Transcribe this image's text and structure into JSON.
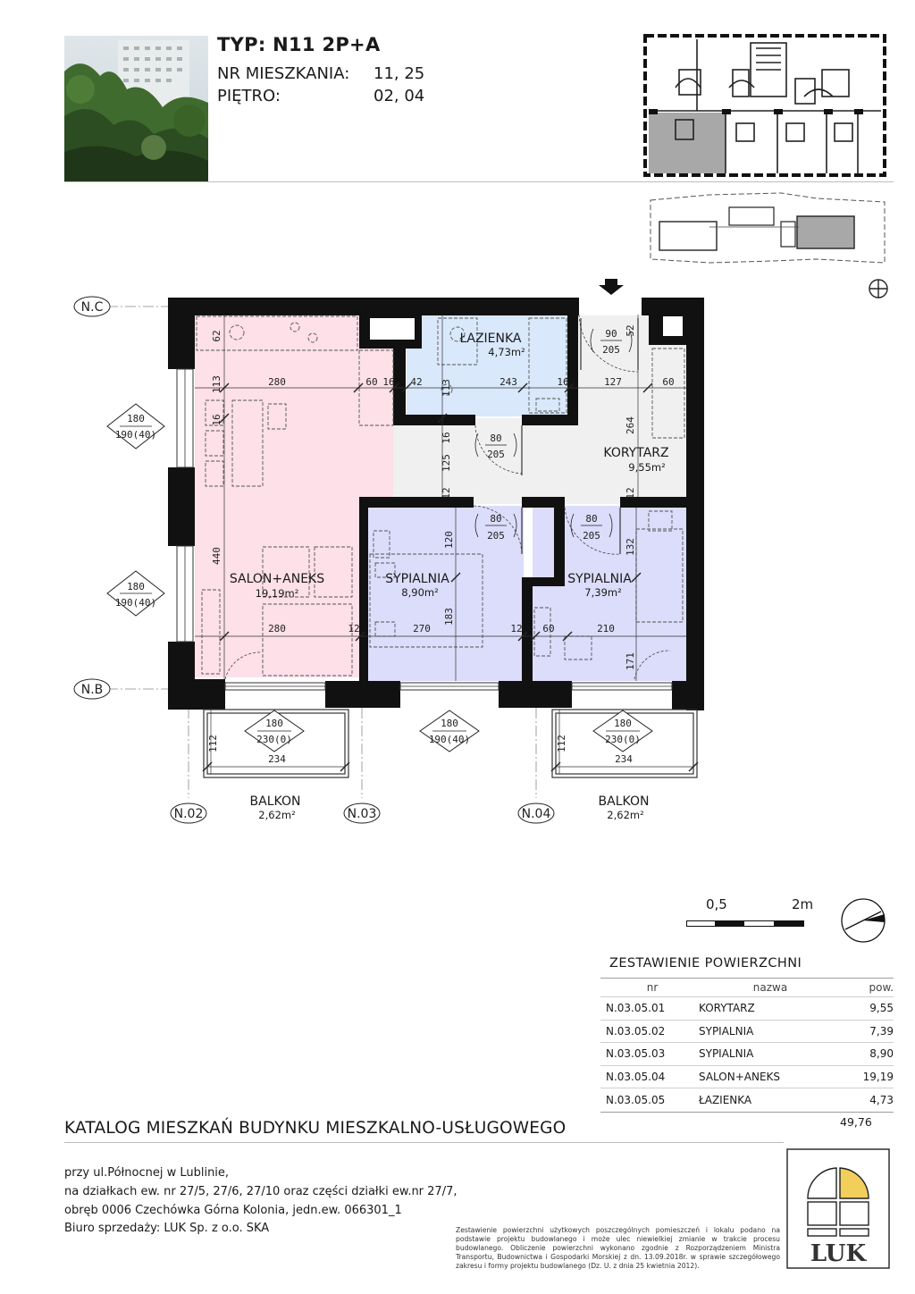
{
  "header": {
    "type_title": "TYP: N11 2P+A",
    "apartment_label": "NR MIESZKANIA:",
    "apartment_value": "11, 25",
    "floor_label": "PIĘTRO:",
    "floor_value": "02, 04"
  },
  "rooms": {
    "salon": {
      "name": "SALON+ANEKS",
      "area": "19,19m²"
    },
    "lazienka": {
      "name": "ŁAZIENKA",
      "area": "4,73m²"
    },
    "korytarz": {
      "name": "KORYTARZ",
      "area": "9,55m²"
    },
    "sypialnia1": {
      "name": "SYPIALNIA",
      "area": "8,90m²"
    },
    "sypialnia2": {
      "name": "SYPIALNIA",
      "area": "7,39m²"
    },
    "balkon1": {
      "name": "BALKON",
      "area": "2,62m²"
    },
    "balkon2": {
      "name": "BALKON",
      "area": "2,62m²"
    }
  },
  "axes": {
    "nc": "N.C",
    "nb": "N.B",
    "n02": "N.02",
    "n03": "N.03",
    "n04": "N.04"
  },
  "dims": {
    "d280a": "280",
    "d60a": "60",
    "d16a": "16",
    "d42": "42",
    "d243": "243",
    "d16b": "16",
    "d127": "127",
    "d60b": "60",
    "d62": "62",
    "d113a": "113",
    "d113b": "113",
    "d52": "52",
    "d264": "264",
    "d16c": "16",
    "d125": "125",
    "d12a": "12",
    "d12b": "12",
    "d440": "440",
    "d120": "120",
    "d132": "132",
    "d183": "183",
    "d171": "171",
    "d280b": "280",
    "d12c": "12",
    "d270": "270",
    "d12d": "12",
    "d60c": "60",
    "d210": "210",
    "d112a": "112",
    "d112b": "112",
    "d234a": "234",
    "d234b": "234"
  },
  "doors": {
    "door1_w": "90",
    "door1_h": "205",
    "door2_w": "80",
    "door2_h": "205",
    "door3_w": "80",
    "door3_h": "205",
    "door4_w": "80",
    "door4_h": "205"
  },
  "windows": {
    "w1_w": "180",
    "w1_h": "190(40)",
    "w2_w": "180",
    "w2_h": "190(40)",
    "w3_w": "180",
    "w3_h": "230(0)",
    "w4_w": "180",
    "w4_h": "190(40)",
    "w5_w": "180",
    "w5_h": "230(0)"
  },
  "scale": {
    "left": "0,5",
    "right": "2m"
  },
  "summary": {
    "title": "ZESTAWIENIE POWIERZCHNI",
    "col_nr": "nr",
    "col_name": "nazwa",
    "col_area": "pow.",
    "rows": [
      {
        "nr": "N.03.05.01",
        "name": "KORYTARZ",
        "area": "9,55"
      },
      {
        "nr": "N.03.05.02",
        "name": "SYPIALNIA",
        "area": "7,39"
      },
      {
        "nr": "N.03.05.03",
        "name": "SYPIALNIA",
        "area": "8,90"
      },
      {
        "nr": "N.03.05.04",
        "name": "SALON+ANEKS",
        "area": "19,19"
      },
      {
        "nr": "N.03.05.05",
        "name": "ŁAZIENKA",
        "area": "4,73"
      }
    ],
    "total": "49,76"
  },
  "footer": {
    "catalog": "KATALOG MIESZKAŃ BUDYNKU MIESZKALNO-USŁUGOWEGO",
    "addr1": "przy ul.Północnej w Lublinie,",
    "addr2": "na działkach ew. nr 27/5, 27/6, 27/10 oraz części działki ew.nr 27/7,",
    "addr3": "obręb 0006 Czechówka Górna Kolonia, jedn.ew. 066301_1",
    "addr4": "Biuro sprzedaży: LUK Sp. z o.o. SKA",
    "footnote": "Zestawienie powierzchni użytkowych poszczególnych pomieszczeń i lokalu podano na podstawie projektu budowlanego i może ulec niewielkiej zmianie w trakcie procesu budowlanego. Obliczenie powierzchni wykonano zgodnie z Rozporządzeniem Ministra Transportu, Budownictwa i Gospodarki Morskiej z dn. 13.09.2018r. w sprawie szczegółowego zakresu i formy projektu budowlanego (Dz. U. z dnia 25 kwietnia 2012).",
    "logo_text": "LUK"
  },
  "colors": {
    "salon": "#fde0e8",
    "lazienka": "#d9e8fb",
    "korytarz": "#f0f0f0",
    "sypialnia": "#dcdcfb",
    "wall": "#111111",
    "logo_yellow": "#f2cf5b"
  }
}
